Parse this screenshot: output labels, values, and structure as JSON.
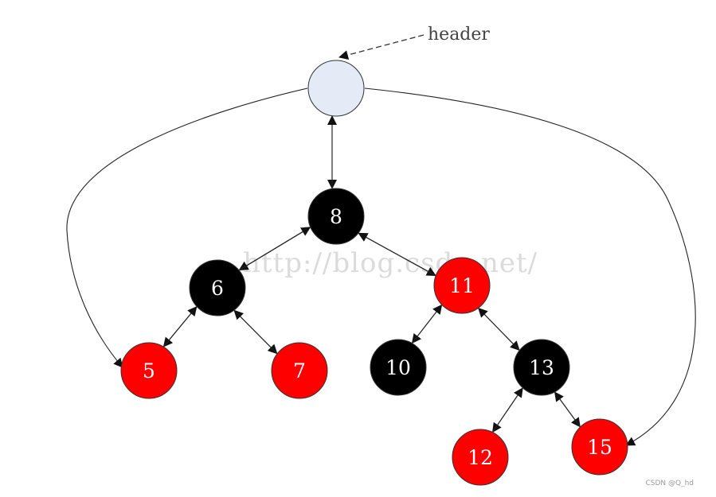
{
  "diagram": {
    "header_label": "header",
    "watermark": "http://blog.csdn.net/",
    "credit": "CSDN @Q_hd",
    "colors": {
      "red": "#ff0000",
      "black": "#000000",
      "header_fill": "#e4eaf6",
      "edge": "#222222"
    },
    "nodes": [
      {
        "id": "header",
        "label": "",
        "color": "header"
      },
      {
        "id": "8",
        "label": "8",
        "color": "black"
      },
      {
        "id": "6",
        "label": "6",
        "color": "black"
      },
      {
        "id": "11",
        "label": "11",
        "color": "red"
      },
      {
        "id": "5",
        "label": "5",
        "color": "red"
      },
      {
        "id": "7",
        "label": "7",
        "color": "red"
      },
      {
        "id": "10",
        "label": "10",
        "color": "black"
      },
      {
        "id": "13",
        "label": "13",
        "color": "black"
      },
      {
        "id": "12",
        "label": "12",
        "color": "red"
      },
      {
        "id": "15",
        "label": "15",
        "color": "red"
      }
    ],
    "edges": [
      {
        "from": "header",
        "to": "8",
        "kind": "parent-child"
      },
      {
        "from": "8",
        "to": "header",
        "kind": "child-parent"
      },
      {
        "from": "header",
        "to": "5",
        "kind": "leftmost"
      },
      {
        "from": "header",
        "to": "15",
        "kind": "rightmost"
      },
      {
        "from": "8",
        "to": "6",
        "kind": "parent-child"
      },
      {
        "from": "6",
        "to": "8",
        "kind": "child-parent"
      },
      {
        "from": "8",
        "to": "11",
        "kind": "parent-child"
      },
      {
        "from": "11",
        "to": "8",
        "kind": "child-parent"
      },
      {
        "from": "6",
        "to": "5",
        "kind": "parent-child"
      },
      {
        "from": "5",
        "to": "6",
        "kind": "child-parent"
      },
      {
        "from": "6",
        "to": "7",
        "kind": "parent-child"
      },
      {
        "from": "7",
        "to": "6",
        "kind": "child-parent"
      },
      {
        "from": "11",
        "to": "10",
        "kind": "parent-child"
      },
      {
        "from": "10",
        "to": "11",
        "kind": "child-parent"
      },
      {
        "from": "11",
        "to": "13",
        "kind": "parent-child"
      },
      {
        "from": "13",
        "to": "11",
        "kind": "child-parent"
      },
      {
        "from": "13",
        "to": "12",
        "kind": "parent-child"
      },
      {
        "from": "12",
        "to": "13",
        "kind": "child-parent"
      },
      {
        "from": "13",
        "to": "15",
        "kind": "parent-child"
      },
      {
        "from": "15",
        "to": "13",
        "kind": "child-parent"
      }
    ]
  }
}
